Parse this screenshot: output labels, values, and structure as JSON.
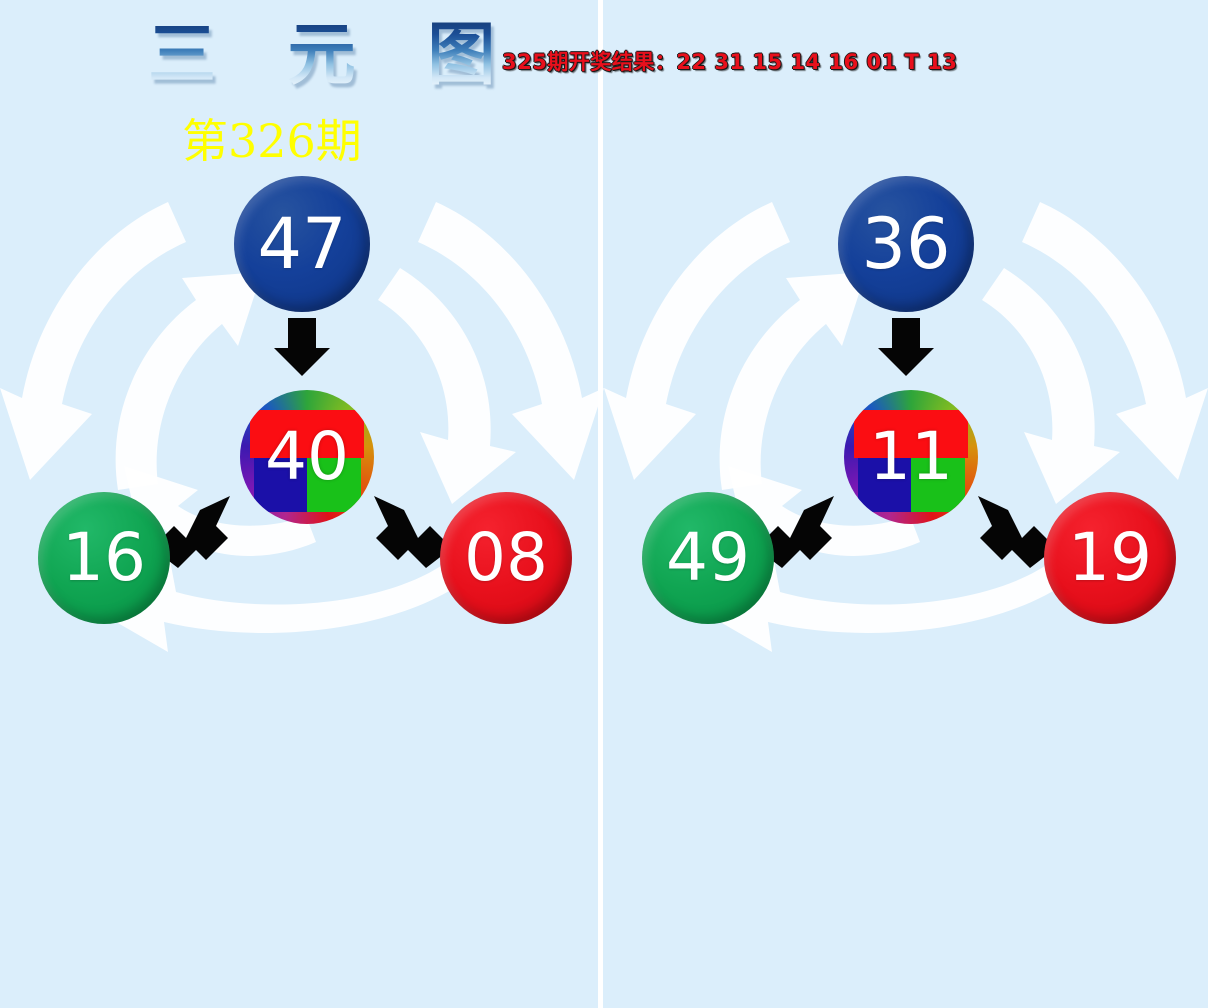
{
  "header": {
    "main_title": "三 元 图",
    "issue_title": "第326期",
    "result_line": "325期开奖结果：22 31 15 14 16 01 T 13",
    "colors": {
      "background": "#dbeefb",
      "title_gradient_top": "#17407e",
      "title_gradient_bottom": "#eef7fd",
      "issue_color": "#ffff00",
      "result_color": "#e8101c",
      "result_outline": "#1a1a1a",
      "divider": "#ffffff"
    }
  },
  "panels": [
    {
      "id": "left-diagram",
      "balls": {
        "top": {
          "number": "47",
          "color": "#14409a",
          "color_name": "blue"
        },
        "left": {
          "number": "16",
          "color": "#10a552",
          "color_name": "green"
        },
        "right": {
          "number": "08",
          "color": "#e8101c",
          "color_name": "red"
        },
        "center": {
          "number": "40",
          "color_name": "multi",
          "segment_colors": [
            "#fb0d12",
            "#1b10a8",
            "#19c119"
          ]
        }
      },
      "arrows": {
        "black_inward": [
          "top-down",
          "bottom-left-up-right",
          "bottom-right-up-left"
        ],
        "white_outer": [
          "arc-left-down",
          "arc-right-down",
          "arc-bottom-left"
        ],
        "white_inner": [
          "arc-inner-up-right",
          "arc-inner-down-left",
          "arc-inner-left"
        ]
      }
    },
    {
      "id": "right-diagram",
      "balls": {
        "top": {
          "number": "36",
          "color": "#14409a",
          "color_name": "blue"
        },
        "left": {
          "number": "49",
          "color": "#10a552",
          "color_name": "green"
        },
        "right": {
          "number": "19",
          "color": "#e8101c",
          "color_name": "red"
        },
        "center": {
          "number": "11",
          "color_name": "multi",
          "segment_colors": [
            "#fb0d12",
            "#1b10a8",
            "#19c119"
          ]
        }
      },
      "arrows": {
        "black_inward": [
          "top-down",
          "bottom-left-up-right",
          "bottom-right-up-left"
        ],
        "white_outer": [
          "arc-left-down",
          "arc-right-down",
          "arc-bottom-left"
        ],
        "white_inner": [
          "arc-inner-up-right",
          "arc-inner-down-left",
          "arc-inner-left"
        ]
      }
    }
  ]
}
